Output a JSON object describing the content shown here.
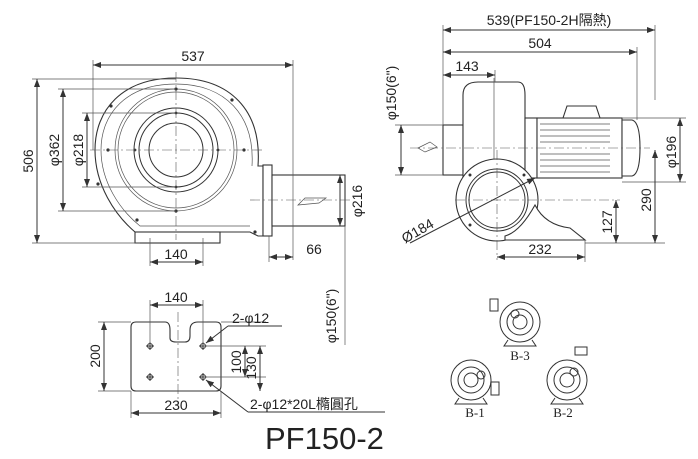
{
  "title": "PF150-2",
  "front_view": {
    "width": "537",
    "height": "506",
    "outer_diameter": "φ362",
    "inlet_diameter": "φ218",
    "outlet_diameter": "φ216",
    "base_spacing": "140",
    "outlet_offset": "66",
    "outlet_size": "φ150(6\")"
  },
  "side_view": {
    "total_length_insulated": "539(PF150-2H隔熱)",
    "total_length": "504",
    "inlet_offset": "143",
    "inlet_size": "φ150(6\")",
    "motor_diameter": "φ196",
    "center_height": "290",
    "outlet_center_height": "127",
    "base_length": "232",
    "flange_diameter": "Ø184"
  },
  "base_plate": {
    "hole_spacing": "140",
    "depth": "200",
    "width": "230",
    "inner_spacing": "100",
    "outer_spacing": "130",
    "round_holes": "2-φ12",
    "slot_holes": "2-φ12*20L橢圓孔"
  },
  "orientations": [
    "B-1",
    "B-2",
    "B-3"
  ]
}
